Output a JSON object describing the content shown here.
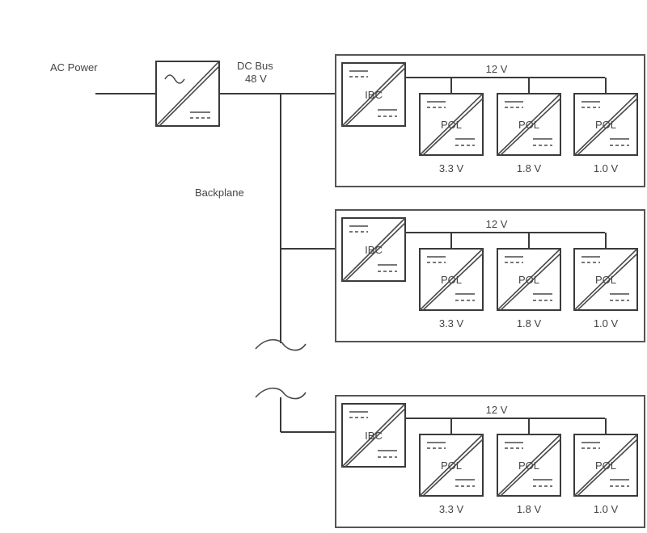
{
  "labels": {
    "ac_power": "AC Power",
    "dc_bus_line1": "DC Bus",
    "dc_bus_line2": "48 V",
    "backplane": "Backplane"
  },
  "cards": [
    {
      "ibc_label": "IBC",
      "bus_label": "12 V",
      "pols": [
        {
          "label": "POL",
          "voltage": "3.3 V"
        },
        {
          "label": "POL",
          "voltage": "1.8 V"
        },
        {
          "label": "POL",
          "voltage": "1.0 V"
        }
      ]
    },
    {
      "ibc_label": "IBC",
      "bus_label": "12 V",
      "pols": [
        {
          "label": "POL",
          "voltage": "3.3 V"
        },
        {
          "label": "POL",
          "voltage": "1.8 V"
        },
        {
          "label": "POL",
          "voltage": "1.0 V"
        }
      ]
    },
    {
      "ibc_label": "IBC",
      "bus_label": "12 V",
      "pols": [
        {
          "label": "POL",
          "voltage": "3.3 V"
        },
        {
          "label": "POL",
          "voltage": "1.8 V"
        },
        {
          "label": "POL",
          "voltage": "1.0 V"
        }
      ]
    }
  ],
  "icons": {
    "ac_dc_converter": "ac-dc-converter-icon",
    "dc_dc_converter": "dc-dc-converter-icon",
    "break": "break-symbol-icon"
  }
}
